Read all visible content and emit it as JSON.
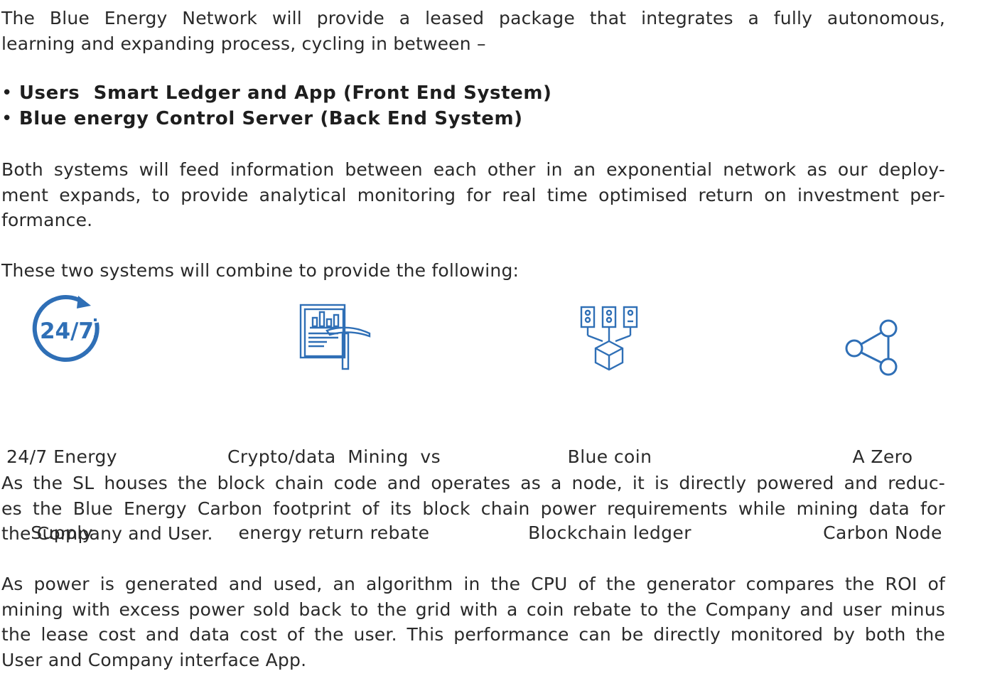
{
  "intro": {
    "line1": " The Blue Energy Network will provide a leased package that integrates a fully autonomous,",
    "line2": "learning and expanding process, cycling in between –"
  },
  "bullets": [
    {
      "marker": "• ",
      "text": "Users  Smart Ledger and App (Front End System)"
    },
    {
      "marker": "• ",
      "text": "Blue energy Control Server (Back End System)"
    }
  ],
  "para_feed": {
    "line1": "Both systems will feed information between each other in an exponential network as our deploy-",
    "line2": "ment expands, to provide analytical monitoring for real time optimised return on investment per-",
    "line3": "formance."
  },
  "para_combine": "These two systems will combine to provide the following:",
  "features": [
    {
      "icon": "clock-24-7-icon",
      "badge": "24/7",
      "line1": "24/7 Energy",
      "line2": "Supply"
    },
    {
      "icon": "data-mining-icon",
      "line1": "Crypto/data  Mining  vs",
      "line2": "energy return rebate"
    },
    {
      "icon": "blockchain-ledger-icon",
      "line1": "Blue coin",
      "line2": "Blockchain ledger"
    },
    {
      "icon": "share-node-icon",
      "line1": "A Zero",
      "line2": "Carbon Node"
    }
  ],
  "para_sl": {
    "line1": "As the SL houses the block chain code and operates as a node, it is directly powered and reduc-",
    "line2": "es the Blue Energy Carbon footprint of its block chain power requirements while mining data for",
    "line3": "the Company and User."
  },
  "para_power": {
    "line1": "As power is generated and used, an algorithm in the CPU of the generator compares the ROI of",
    "line2": "mining with excess power sold back to the grid with a coin rebate to the Company and user minus",
    "line3": "the lease cost and data cost of the user.  This performance can be directly monitored by both the",
    "line4": "User and Company interface App."
  },
  "colors": {
    "icon_blue": "#2f6fb6",
    "text": "#2a2a2a"
  }
}
